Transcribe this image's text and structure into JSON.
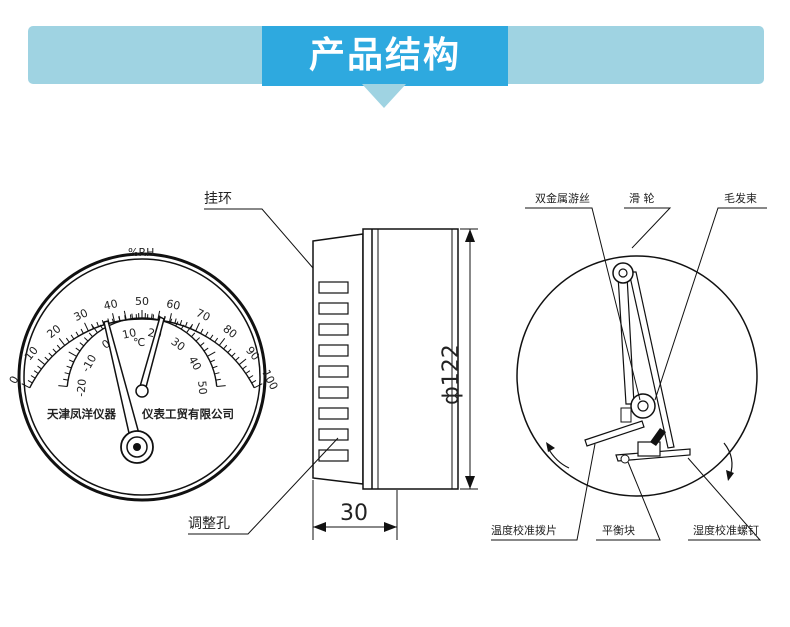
{
  "header": {
    "title": "产品结构"
  },
  "gauge": {
    "rh_unit": "%RH",
    "rh_ticks": [
      "0",
      "10",
      "20",
      "30",
      "40",
      "50",
      "60",
      "70",
      "80",
      "90",
      "100"
    ],
    "temp_unit": "℃",
    "temp_ticks": [
      "-20",
      "-10",
      "0",
      "10",
      "20",
      "30",
      "40",
      "50"
    ],
    "brand_left": "天津凤洋仪器",
    "brand_right": "仪表工贸有限公司"
  },
  "side_view": {
    "hang_ring_label": "挂环",
    "adjust_hole_label": "调整孔",
    "diameter_label": "ф122",
    "depth_label": "30"
  },
  "inner_view": {
    "bimetal_spring_label": "双金属游丝",
    "pulley_label": "滑 轮",
    "hair_bundle_label": "毛发束",
    "temp_pick_label": "温度校准拨片",
    "balance_block_label": "平衡块",
    "humidity_screw_label": "湿度校准螺钉"
  }
}
